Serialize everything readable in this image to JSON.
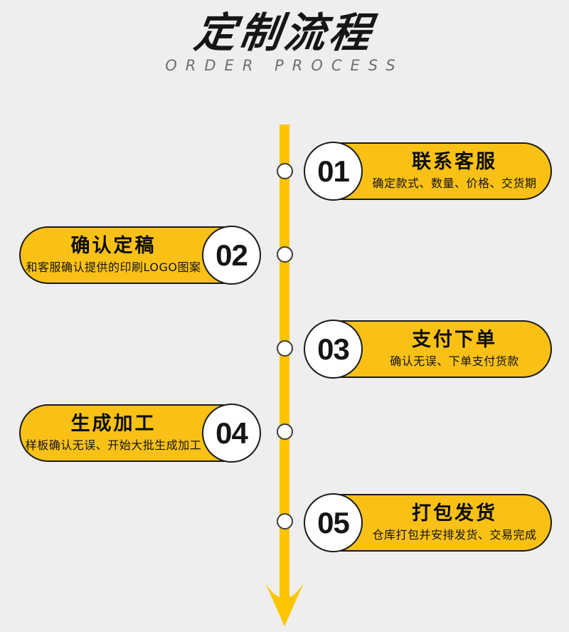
{
  "header": {
    "title": "定制流程",
    "subtitle": "ORDER PROCESS"
  },
  "steps": [
    {
      "number": "01",
      "side": "right",
      "title": "联系客服",
      "desc": "确定款式、数量、价格、交货期"
    },
    {
      "number": "02",
      "side": "left",
      "title": "确认定稿",
      "desc": "和客服确认提供的印刷LOGO图案"
    },
    {
      "number": "03",
      "side": "right",
      "title": "支付下单",
      "desc": "确认无误、下单支付货款"
    },
    {
      "number": "04",
      "side": "left",
      "title": "生成加工",
      "desc": "样板确认无误、开始大批生成加工"
    },
    {
      "number": "05",
      "side": "right",
      "title": "打包发货",
      "desc": "仓库打包并安排发货、交易完成"
    }
  ],
  "colors": {
    "background": "#eeeeee",
    "pill_yellow": "#f9c116",
    "arrow_yellow": "#fdc500",
    "outline_black": "#1b1b1b",
    "title_black": "#161616",
    "subtitle_gray": "#6f6f6f"
  }
}
